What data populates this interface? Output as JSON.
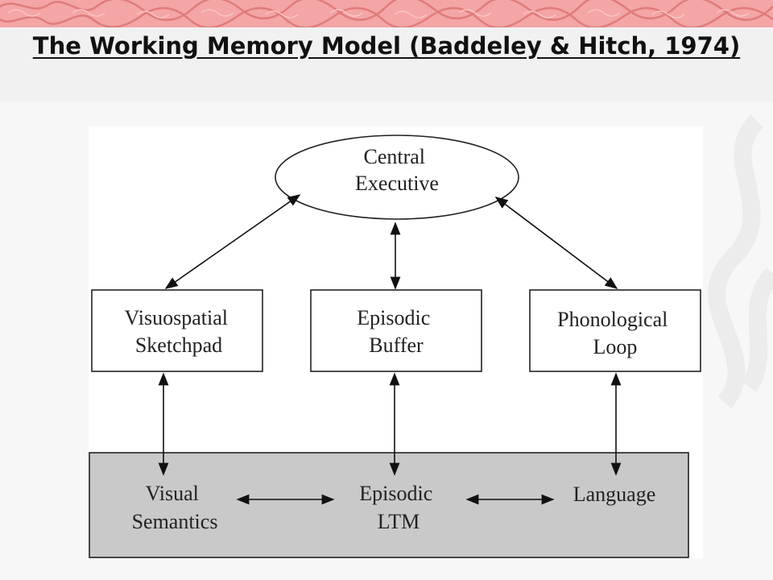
{
  "slide": {
    "title": "The Working Memory Model (Baddeley & Hitch, 1974)"
  },
  "diagram": {
    "central_executive": [
      "Central",
      "Executive"
    ],
    "visuospatial_sketchpad": [
      "Visuospatial",
      "Sketchpad"
    ],
    "episodic_buffer": [
      "Episodic",
      "Buffer"
    ],
    "phonological_loop": [
      "Phonological",
      "Loop"
    ],
    "visual_semantics": [
      "Visual",
      "Semantics"
    ],
    "episodic_ltm": [
      "Episodic",
      "LTM"
    ],
    "language": [
      "Language"
    ]
  },
  "colors": {
    "brain_band": "#f4a5a5",
    "title_bg": "#f1f1f1",
    "ltm_panel": "#c9c9c9",
    "line": "#111111"
  },
  "icons": {
    "header_decoration": "brain-pattern-band",
    "background_decoration": "watermark-swirl"
  }
}
